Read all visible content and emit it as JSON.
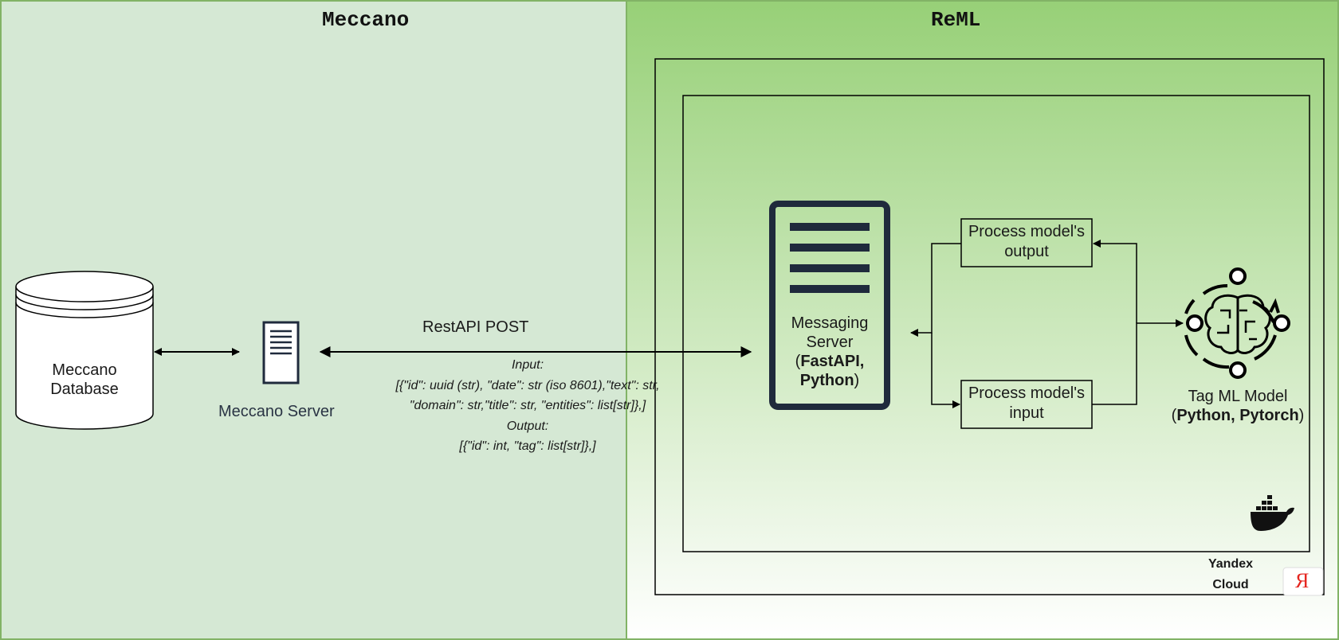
{
  "panels": {
    "left_title": "Meccano",
    "right_title": "ReML"
  },
  "database": {
    "line1": "Meccano",
    "line2": "Database"
  },
  "meccano_server": {
    "label": "Meccano Server"
  },
  "connection": {
    "label": "RestAPI POST",
    "input_title": "Input:",
    "input_line1": "[{\"id\": uuid (str), \"date\": str (iso 8601),\"text\": str,",
    "input_line2": "\"domain\": str,\"title\": str, \"entities\": list[str]},]",
    "output_title": "Output:",
    "output_line1": "[{\"id\": int, \"tag\": list[str]},]"
  },
  "messaging_server": {
    "line1": "Messaging",
    "line2": "Server",
    "open_paren": "(",
    "tech1": "FastAPI,",
    "tech2": "Python",
    "close_paren": ")"
  },
  "process_output": {
    "label": "Process model's output"
  },
  "process_input": {
    "label": "Process model's input"
  },
  "model": {
    "name": "Tag ML Model",
    "open_paren": "(",
    "tech": "Python, Pytorch",
    "close_paren": ")"
  },
  "cloud": {
    "line1": "Yandex",
    "line2": "Cloud",
    "logo_letter": "Я"
  },
  "colors": {
    "left_panel": "#d5e8d4",
    "right_panel_top": "#97d077",
    "right_panel_bottom": "#ffffff",
    "panel_border": "#82b366",
    "icon_dark": "#1f2a3c",
    "yandex_red": "#e52620"
  }
}
